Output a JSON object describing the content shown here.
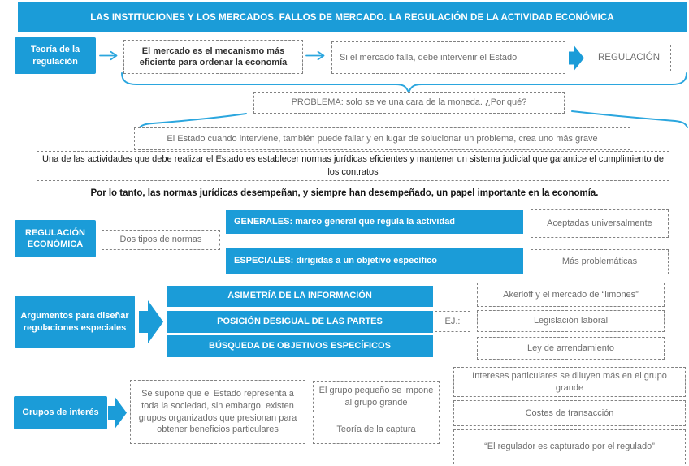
{
  "colors": {
    "accent": "#1b9cd8",
    "line": "#2ba6de",
    "dash_border": "#828282",
    "gray_text": "#6d6d6d"
  },
  "header": {
    "title": "LAS INSTITUCIONES Y LOS MERCADOS. FALLOS DE MERCADO. LA REGULACIÓN DE LA ACTIVIDAD ECONÓMICA"
  },
  "theory": {
    "label": "Teoría de la regulación",
    "market_box": "El mercado es el mecanismo más eficiente para ordenar la economía",
    "state_box": "Si el mercado falla, debe intervenir el Estado",
    "result_box": "REGULACIÓN",
    "problem_box": "PROBLEMA: solo se ve una cara de la moneda. ¿Por qué?",
    "state_failure_box": "El Estado cuando interviene, también puede fallar y en lugar de solucionar un problema, crea uno más grave",
    "activities_box": "Una de las actividades que debe realizar el Estado es establecer normas jurídicas eficientes y mantener un sistema judicial que garantice el cumplimiento de los contratos",
    "conclusion": "Por lo tanto, las normas jurídicas desempeñan, y siempre han desempeñado, un papel importante en  la economía."
  },
  "regulation": {
    "label": "REGULACIÓN ECONÓMICA",
    "types_box": "Dos tipos de normas",
    "general_bar": "GENERALES: marco general que regula la actividad",
    "general_note": "Aceptadas universalmente",
    "special_bar": "ESPECIALES: dirigidas a un objetivo específico",
    "special_note": "Más problemáticas"
  },
  "arguments": {
    "label": "Argumentos para diseñar regulaciones especiales",
    "bars": [
      "ASIMETRÍA DE LA INFORMACIÓN",
      "POSICIÓN DESIGUAL DE LAS PARTES",
      "BÚSQUEDA DE OBJETIVOS ESPECÍFICOS"
    ],
    "ej_label": "EJ.:",
    "examples": [
      "Akerloff y el mercado de “limones”",
      "Legislación laboral",
      "Ley de arrendamiento"
    ]
  },
  "interest_groups": {
    "label": "Grupos de interés",
    "main_box": "Se supone que el Estado representa a toda la sociedad, sin embargo, existen grupos organizados que presionan para obtener beneficios particulares",
    "middle_boxes": [
      "El grupo pequeño se impone al grupo grande",
      "Teoría de la captura"
    ],
    "right_boxes": [
      "Intereses particulares se diluyen más en el grupo grande",
      "Costes de transacción",
      "“El regulador es capturado por el regulado”"
    ]
  }
}
